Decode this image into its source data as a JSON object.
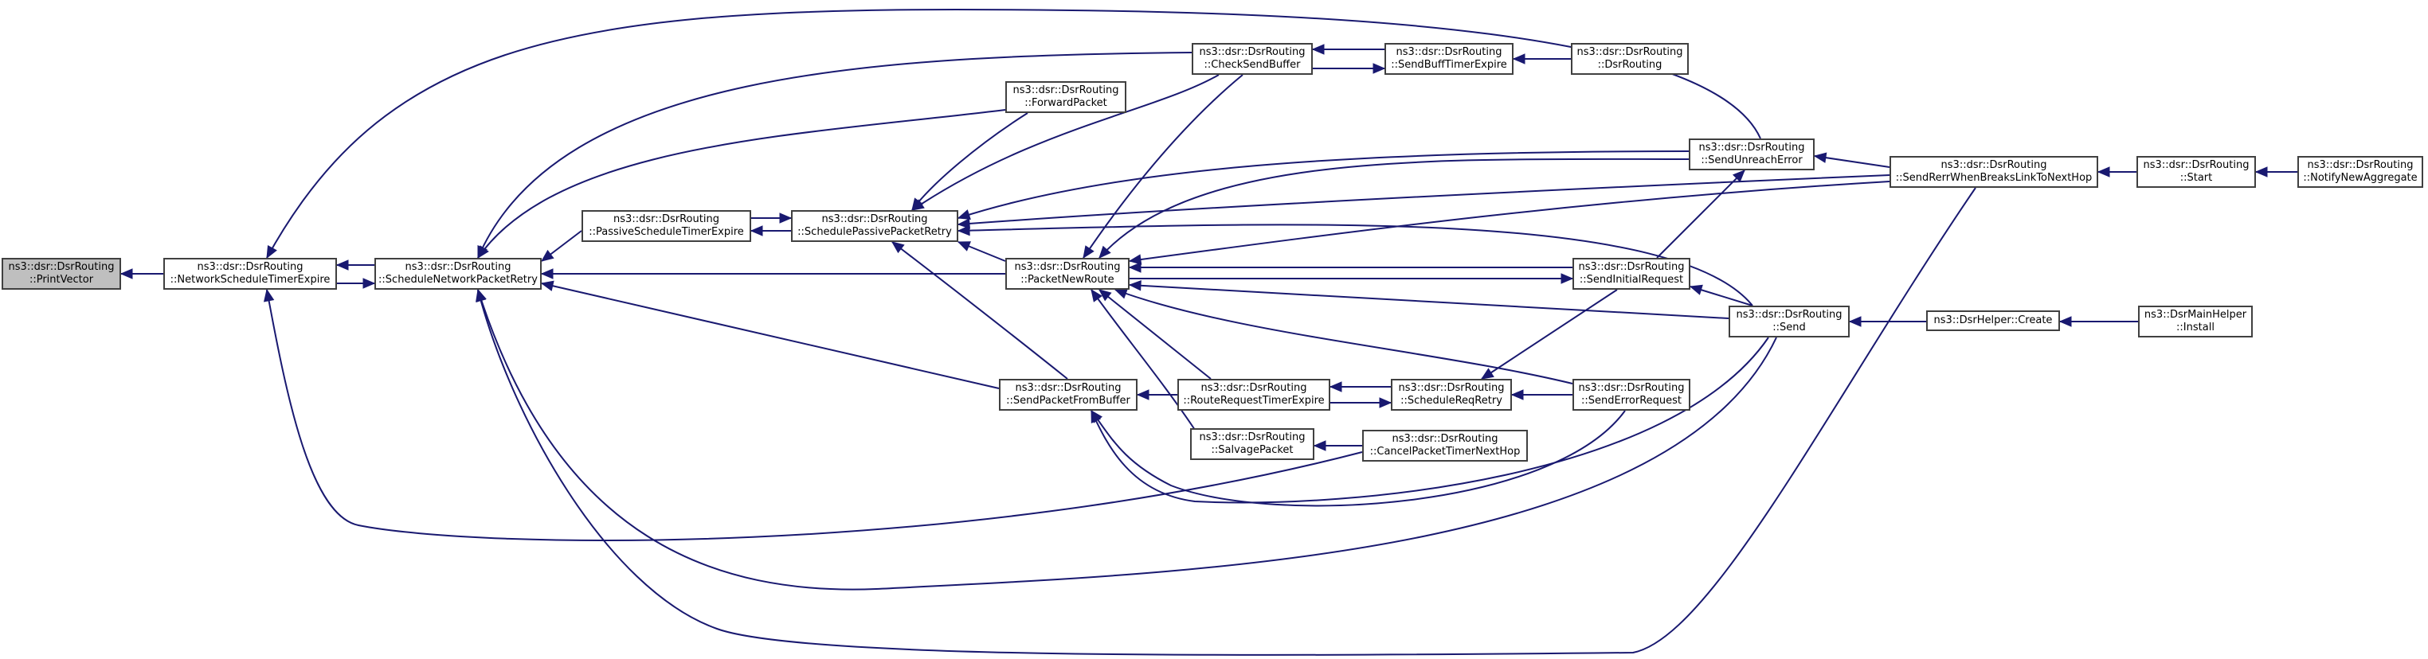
{
  "colors": {
    "edge": "#191970",
    "border": "#404040",
    "highlight_fill": "#bfbfbf"
  },
  "nodes": [
    {
      "id": "printvector",
      "lines": [
        "ns3::dsr::DsrRouting",
        "::PrintVector"
      ],
      "highlight": true
    },
    {
      "id": "networkscheduletimerexpire",
      "lines": [
        "ns3::dsr::DsrRouting",
        "::NetworkScheduleTimerExpire"
      ]
    },
    {
      "id": "schedulenetworkpacketretry",
      "lines": [
        "ns3::dsr::DsrRouting",
        "::ScheduleNetworkPacketRetry"
      ]
    },
    {
      "id": "passivescheduletimerexpire",
      "lines": [
        "ns3::dsr::DsrRouting",
        "::PassiveScheduleTimerExpire"
      ]
    },
    {
      "id": "forwardpacket",
      "lines": [
        "ns3::dsr::DsrRouting",
        "::ForwardPacket"
      ]
    },
    {
      "id": "schedulepassivepacketretry",
      "lines": [
        "ns3::dsr::DsrRouting",
        "::SchedulePassivePacketRetry"
      ]
    },
    {
      "id": "sendpacketfrombuffer",
      "lines": [
        "ns3::dsr::DsrRouting",
        "::SendPacketFromBuffer"
      ]
    },
    {
      "id": "checksendbuffer",
      "lines": [
        "ns3::dsr::DsrRouting",
        "::CheckSendBuffer"
      ]
    },
    {
      "id": "packetnewroute",
      "lines": [
        "ns3::dsr::DsrRouting",
        "::PacketNewRoute"
      ]
    },
    {
      "id": "routerequesttimerexpire",
      "lines": [
        "ns3::dsr::DsrRouting",
        "::RouteRequestTimerExpire"
      ]
    },
    {
      "id": "salvagepacket",
      "lines": [
        "ns3::dsr::DsrRouting",
        "::SalvagePacket"
      ]
    },
    {
      "id": "sendbufftimerexpire",
      "lines": [
        "ns3::dsr::DsrRouting",
        "::SendBuffTimerExpire"
      ]
    },
    {
      "id": "schedulereqretry",
      "lines": [
        "ns3::dsr::DsrRouting",
        "::ScheduleReqRetry"
      ]
    },
    {
      "id": "cancelpackettimernexthop",
      "lines": [
        "ns3::dsr::DsrRouting",
        "::CancelPacketTimerNextHop"
      ]
    },
    {
      "id": "dsrrouting",
      "lines": [
        "ns3::dsr::DsrRouting",
        "::DsrRouting"
      ]
    },
    {
      "id": "sendunreacherror",
      "lines": [
        "ns3::dsr::DsrRouting",
        "::SendUnreachError"
      ]
    },
    {
      "id": "sendinitialrequest",
      "lines": [
        "ns3::dsr::DsrRouting",
        "::SendInitialRequest"
      ]
    },
    {
      "id": "send",
      "lines": [
        "ns3::dsr::DsrRouting",
        "::Send"
      ]
    },
    {
      "id": "senderrorrequest",
      "lines": [
        "ns3::dsr::DsrRouting",
        "::SendErrorRequest"
      ]
    },
    {
      "id": "sendrerrwhenbreakslinktonexthop",
      "lines": [
        "ns3::dsr::DsrRouting",
        "::SendRerrWhenBreaksLinkToNextHop"
      ]
    },
    {
      "id": "dsrhelpercreate",
      "lines": [
        "ns3::DsrHelper::Create"
      ]
    },
    {
      "id": "start",
      "lines": [
        "ns3::dsr::DsrRouting",
        "::Start"
      ]
    },
    {
      "id": "dsrmainhelperinstall",
      "lines": [
        "ns3::DsrMainHelper",
        "::Install"
      ]
    },
    {
      "id": "notifynewaggregate",
      "lines": [
        "ns3::dsr::DsrRouting",
        "::NotifyNewAggregate"
      ]
    }
  ],
  "edges": [
    [
      "networkscheduletimerexpire",
      "printvector"
    ],
    [
      "schedulenetworkpacketretry",
      "networkscheduletimerexpire"
    ],
    [
      "networkscheduletimerexpire",
      "schedulenetworkpacketretry"
    ],
    [
      "sendunreacherror",
      "networkscheduletimerexpire"
    ],
    [
      "cancelpackettimernexthop",
      "networkscheduletimerexpire"
    ],
    [
      "checksendbuffer",
      "schedulenetworkpacketretry"
    ],
    [
      "forwardpacket",
      "schedulenetworkpacketretry"
    ],
    [
      "passivescheduletimerexpire",
      "schedulenetworkpacketretry"
    ],
    [
      "packetnewroute",
      "schedulenetworkpacketretry"
    ],
    [
      "sendpacketfrombuffer",
      "schedulenetworkpacketretry"
    ],
    [
      "send",
      "schedulenetworkpacketretry"
    ],
    [
      "sendrerrwhenbreakslinktonexthop",
      "schedulenetworkpacketretry"
    ],
    [
      "schedulepassivepacketretry",
      "passivescheduletimerexpire"
    ],
    [
      "passivescheduletimerexpire",
      "schedulepassivepacketretry"
    ],
    [
      "forwardpacket",
      "schedulepassivepacketretry"
    ],
    [
      "checksendbuffer",
      "schedulepassivepacketretry"
    ],
    [
      "packetnewroute",
      "schedulepassivepacketretry"
    ],
    [
      "sendpacketfrombuffer",
      "schedulepassivepacketretry"
    ],
    [
      "sendunreacherror",
      "schedulepassivepacketretry"
    ],
    [
      "sendrerrwhenbreakslinktonexthop",
      "schedulepassivepacketretry"
    ],
    [
      "send",
      "schedulepassivepacketretry"
    ],
    [
      "sendbufftimerexpire",
      "checksendbuffer"
    ],
    [
      "checksendbuffer",
      "sendbufftimerexpire"
    ],
    [
      "dsrrouting",
      "sendbufftimerexpire"
    ],
    [
      "checksendbuffer",
      "packetnewroute"
    ],
    [
      "sendunreacherror",
      "packetnewroute"
    ],
    [
      "sendrerrwhenbreakslinktonexthop",
      "packetnewroute"
    ],
    [
      "sendinitialrequest",
      "packetnewroute"
    ],
    [
      "packetnewroute",
      "sendinitialrequest"
    ],
    [
      "send",
      "packetnewroute"
    ],
    [
      "routerequesttimerexpire",
      "packetnewroute"
    ],
    [
      "salvagepacket",
      "packetnewroute"
    ],
    [
      "senderrorrequest",
      "packetnewroute"
    ],
    [
      "routerequesttimerexpire",
      "sendpacketfrombuffer"
    ],
    [
      "send",
      "sendpacketfrombuffer"
    ],
    [
      "senderrorrequest",
      "sendpacketfrombuffer"
    ],
    [
      "schedulereqretry",
      "routerequesttimerexpire"
    ],
    [
      "routerequesttimerexpire",
      "schedulereqretry"
    ],
    [
      "cancelpackettimernexthop",
      "salvagepacket"
    ],
    [
      "sendinitialrequest",
      "schedulereqretry"
    ],
    [
      "senderrorrequest",
      "schedulereqretry"
    ],
    [
      "sendrerrwhenbreakslinktonexthop",
      "sendunreacherror"
    ],
    [
      "sendinitialrequest",
      "sendunreacherror"
    ],
    [
      "send",
      "sendinitialrequest"
    ],
    [
      "dsrhelpercreate",
      "send"
    ],
    [
      "start",
      "sendrerrwhenbreakslinktonexthop"
    ],
    [
      "dsrmainhelperinstall",
      "dsrhelpercreate"
    ],
    [
      "notifynewaggregate",
      "start"
    ]
  ]
}
